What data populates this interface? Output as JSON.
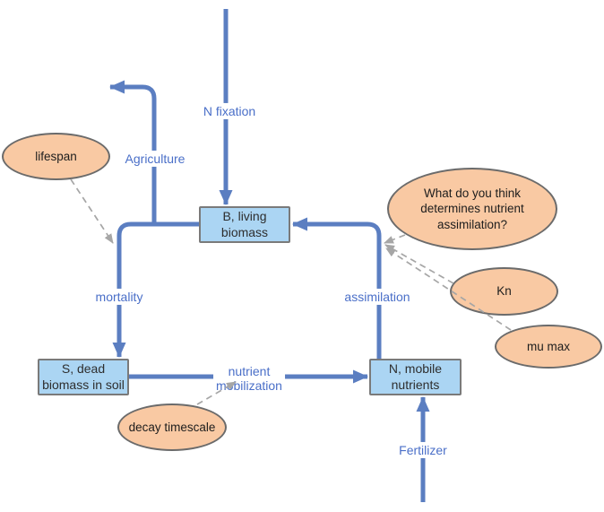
{
  "diagram": {
    "title": "nutrient-cycle-stock-flow-diagram",
    "boxes": [
      {
        "id": "living-biomass",
        "label": "B, living\nbiomass"
      },
      {
        "id": "dead-biomass",
        "label": "S, dead\nbiomass in soil"
      },
      {
        "id": "mobile-nutrients",
        "label": "N, mobile\nnutrients"
      }
    ],
    "ellipses": [
      {
        "id": "lifespan",
        "label": "lifespan"
      },
      {
        "id": "question",
        "label": "What do you think\ndetermines nutrient\nassimilation?"
      },
      {
        "id": "kn",
        "label": "Kn"
      },
      {
        "id": "mu-max",
        "label": "mu max"
      },
      {
        "id": "decay-timescale",
        "label": "decay timescale"
      }
    ],
    "flow_labels": [
      {
        "id": "n-fixation",
        "label": "N fixation"
      },
      {
        "id": "agriculture",
        "label": "Agriculture"
      },
      {
        "id": "mortality",
        "label": "mortality"
      },
      {
        "id": "assimilation",
        "label": "assimilation"
      },
      {
        "id": "nutrient-mobilization",
        "label": "nutrient\nmobilization"
      },
      {
        "id": "fertilizer",
        "label": "Fertilizer"
      }
    ],
    "colors": {
      "flow_line": "#5b7ec1",
      "label_text": "#4a6fc8",
      "box_fill": "#abd5f3",
      "box_border": "#7a7a7a",
      "ellipse_fill": "#f9c9a3",
      "ellipse_border": "#6b6b6b",
      "dashed": "#a6a6a6"
    }
  }
}
